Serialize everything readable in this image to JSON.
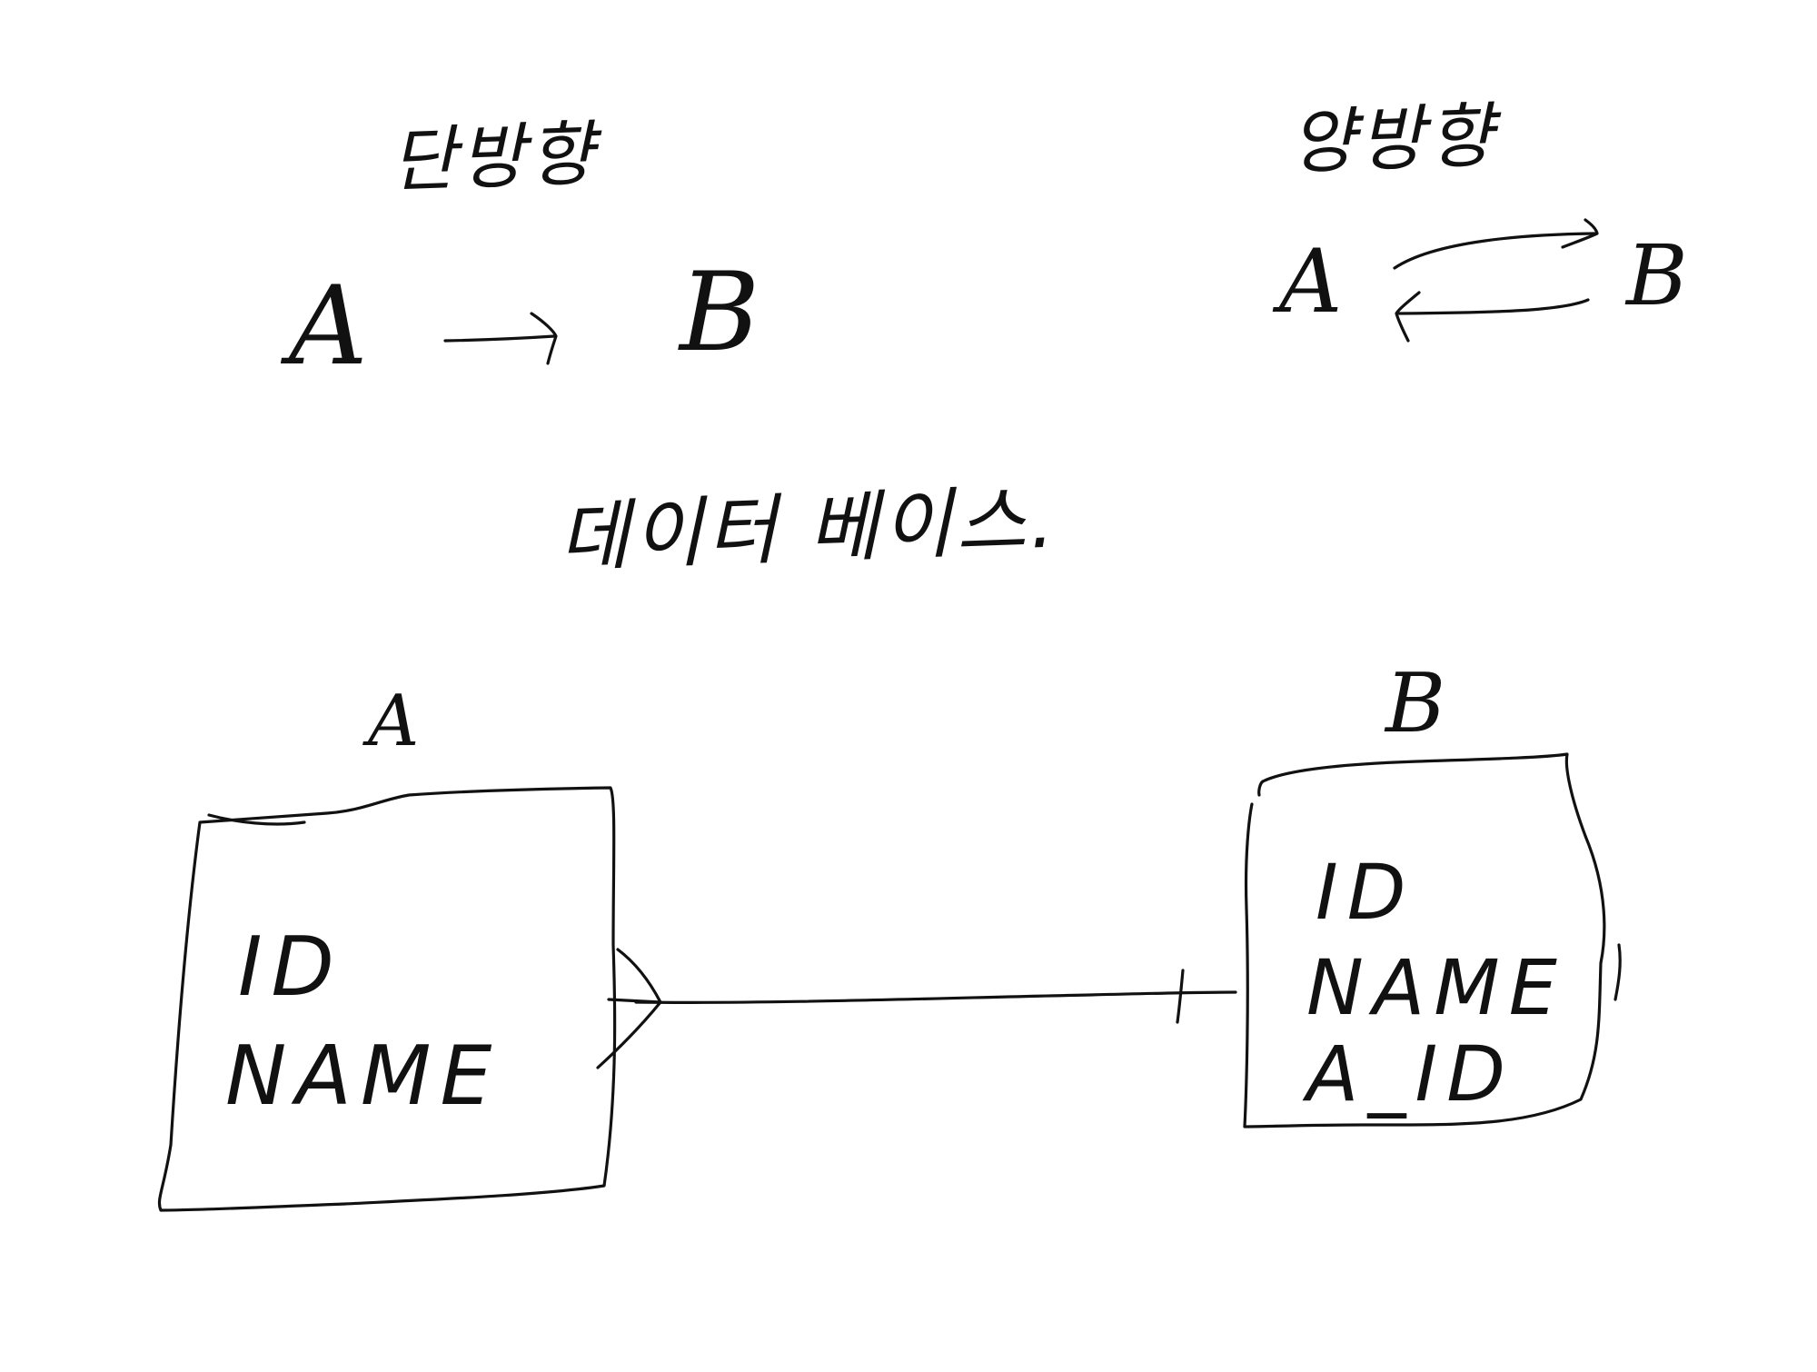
{
  "diagram": {
    "unidirectional": {
      "heading": "단방향",
      "from": "A",
      "to": "B"
    },
    "bidirectional": {
      "heading": "양방향",
      "from": "A",
      "to": "B"
    },
    "database": {
      "heading": "데이터 베이스."
    },
    "entities": [
      {
        "name": "A",
        "fields": [
          "ID",
          "NAME"
        ]
      },
      {
        "name": "B",
        "fields": [
          "ID",
          "NAME",
          "A_ID"
        ]
      }
    ]
  }
}
